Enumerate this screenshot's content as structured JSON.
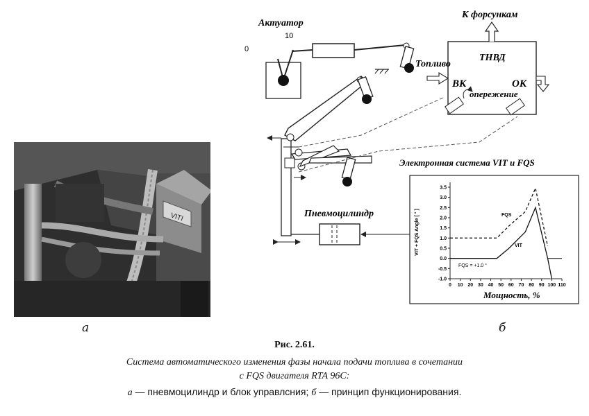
{
  "figure": {
    "number": "Рис. 2.61.",
    "caption_line1": "Система автоматического изменения фазы начала подачи топлива в сочетании",
    "caption_line2": "с FQS двигателя RTA 96C:",
    "caption_line3_a": "а",
    "caption_line3_a_text": " — пневмоцилиндр и блок управлсния; ",
    "caption_line3_b": "б",
    "caption_line3_b_text": " — принцип функционирования."
  },
  "panel_labels": {
    "a": "а",
    "b": "б"
  },
  "photo": {
    "plate_text": "VITI"
  },
  "diagram": {
    "actuator": "Актуатор",
    "pos_0": "0",
    "pos_10": "10",
    "to_injectors": "К форсункам",
    "fuel": "Топливо",
    "tnvd": "ТНВД",
    "vk": "ВК",
    "ok": "ОК",
    "advance": "опережение",
    "electronic_system": "Электронная система VIT и FQS",
    "pneumocylinder": "Пневмоцилиндр"
  },
  "chart_data": {
    "type": "line",
    "xlabel": "Мощность, %",
    "ylabel": "VIT + FQS Angle [ ° ]",
    "xlim": [
      0,
      110
    ],
    "ylim": [
      -1.0,
      3.5
    ],
    "x_ticks": [
      "0",
      "10",
      "20",
      "30",
      "40",
      "50",
      "60",
      "70",
      "80",
      "90",
      "100",
      "110"
    ],
    "y_ticks": [
      "3.5",
      "3.0",
      "2.5",
      "2.0",
      "1.5",
      "1.0",
      "0.5",
      "0.0",
      "-0.5",
      "-1.0"
    ],
    "series": [
      {
        "name": "FQS",
        "style": "dashed",
        "x": [
          0,
          46,
          58,
          74,
          84,
          96
        ],
        "y": [
          1.0,
          1.0,
          1.6,
          2.3,
          3.45,
          0.6
        ]
      },
      {
        "name": "VIT",
        "style": "solid",
        "x": [
          0,
          46,
          58,
          74,
          84,
          96,
          100
        ],
        "y": [
          0.0,
          0.0,
          0.5,
          1.3,
          2.5,
          0.0,
          -1.0
        ]
      }
    ],
    "annotations": [
      "FQS = +1.0 °"
    ]
  }
}
